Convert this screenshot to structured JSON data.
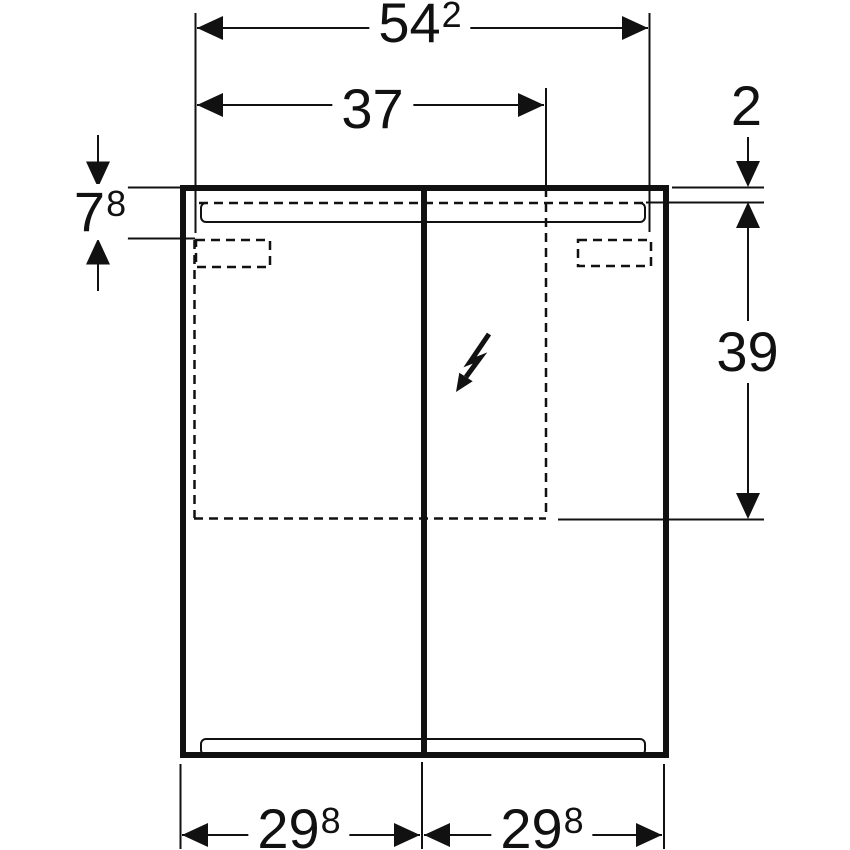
{
  "drawing": {
    "type": "technical-dimension-drawing",
    "subject": "two-door mirror cabinet with light, front view",
    "colors": {
      "line": "#111111",
      "background": "#ffffff"
    }
  },
  "dims": {
    "top_width": {
      "value": "54",
      "sup": "2"
    },
    "light_width": {
      "value": "37",
      "sup": ""
    },
    "right_small": {
      "value": "2",
      "sup": ""
    },
    "left_small": {
      "value": "7",
      "sup": "8"
    },
    "right_height": {
      "value": "39",
      "sup": ""
    },
    "bottom_left": {
      "value": "29",
      "sup": "8"
    },
    "bottom_right": {
      "value": "29",
      "sup": "8"
    }
  },
  "icons": {
    "lightning_bolt": "power-connection-indicator"
  }
}
